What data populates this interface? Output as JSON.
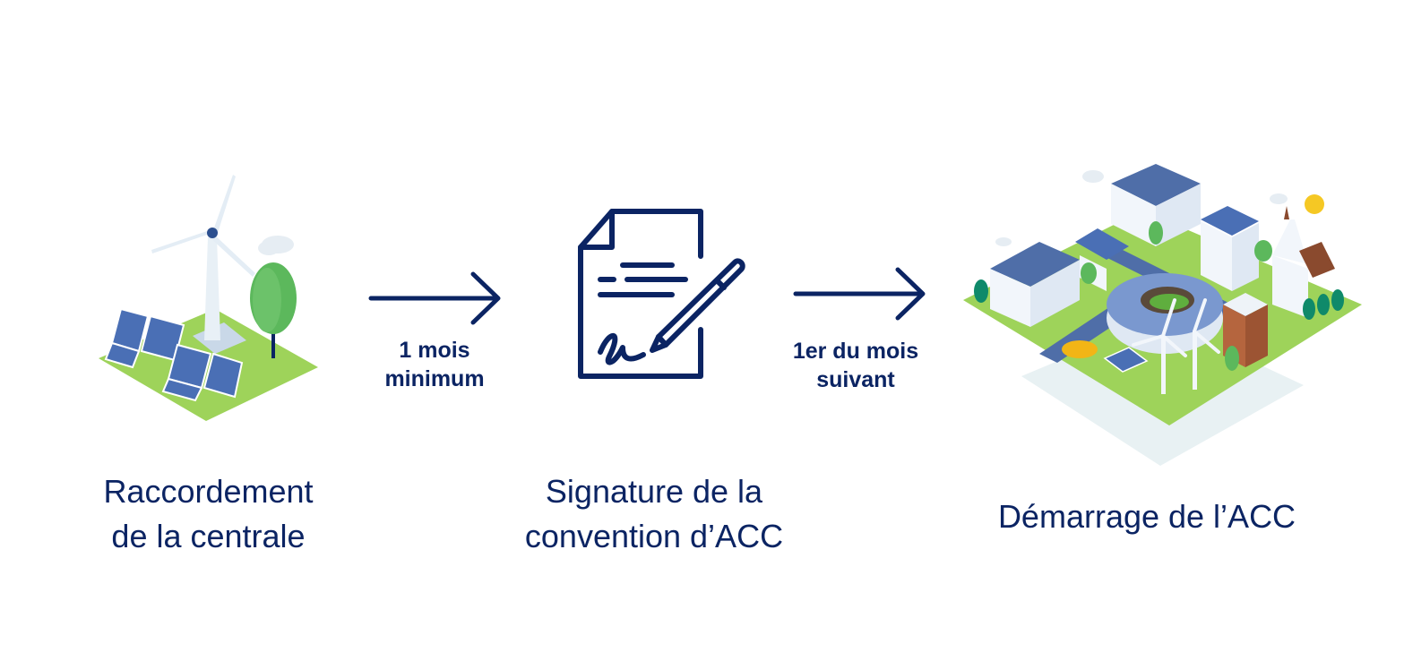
{
  "colors": {
    "navy": "#0b2463",
    "grass": "#9ed35a",
    "solar": "#4a6fb5",
    "tree": "#5cb85c",
    "roof": "#4f6ea8",
    "brick": "#b5653e",
    "church_roof": "#8a4a2e",
    "sun": "#f5c824",
    "car": "#f2b516",
    "shadow": "#e8f1f3"
  },
  "steps": [
    {
      "title": "Raccordement\nde la centrale",
      "illustration": "wind-turbine-solar-panels-icon"
    },
    {
      "title": "Signature de la\nconvention d’ACC",
      "illustration": "signed-document-pen-icon"
    },
    {
      "title": "Démarrage de l’ACC",
      "illustration": "energy-community-town-icon"
    }
  ],
  "transitions": [
    {
      "label": "1 mois\nminimum",
      "icon": "arrow-right-icon"
    },
    {
      "label": "1er du mois\nsuivant",
      "icon": "arrow-right-icon"
    }
  ]
}
